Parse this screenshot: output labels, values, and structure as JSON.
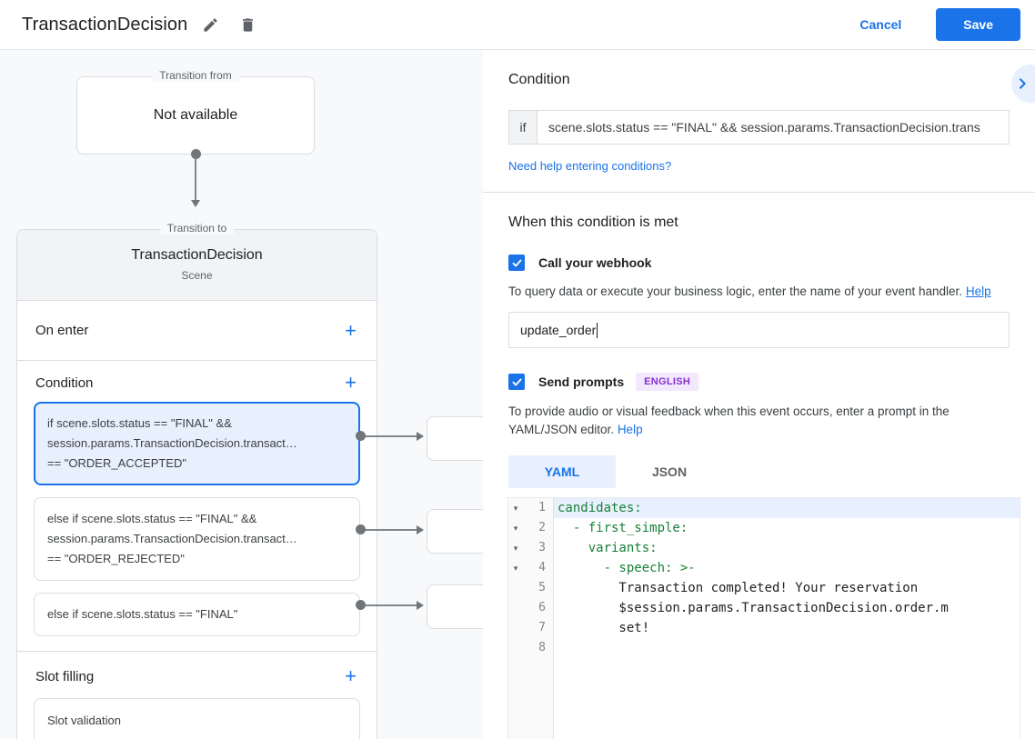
{
  "icons": {
    "plus": "+",
    "fold": "▾"
  },
  "topbar": {
    "title": "TransactionDecision",
    "cancel_label": "Cancel",
    "save_label": "Save"
  },
  "canvas": {
    "transition_from": {
      "label": "Transition from",
      "value": "Not available"
    },
    "transition_to": {
      "label": "Transition to",
      "name": "TransactionDecision",
      "subtitle": "Scene"
    },
    "on_enter_label": "On enter",
    "condition_label": "Condition",
    "slot_filling_label": "Slot filling",
    "slot_validation_label": "Slot validation",
    "conditions": [
      {
        "line1": "if scene.slots.status == \"FINAL\" &&",
        "line2": "session.params.TransactionDecision.transact…",
        "line3": "== \"ORDER_ACCEPTED\""
      },
      {
        "line1": "else if scene.slots.status == \"FINAL\" &&",
        "line2": "session.params.TransactionDecision.transact…",
        "line3": "== \"ORDER_REJECTED\""
      },
      {
        "line1": "else if scene.slots.status == \"FINAL\""
      }
    ]
  },
  "panel": {
    "condition_title": "Condition",
    "if_label": "if",
    "expression": "scene.slots.status == \"FINAL\" && session.params.TransactionDecision.trans",
    "conditions_help_link": "Need help entering conditions?",
    "when_met_title": "When this condition is met",
    "webhook": {
      "label": "Call your webhook",
      "description": "To query data or execute your business logic, enter the name of your event handler.",
      "help_label": "Help",
      "value": "update_order"
    },
    "prompts": {
      "label": "Send prompts",
      "badge": "ENGLISH",
      "description": "To provide audio or visual feedback when this event occurs, enter a prompt in the YAML/JSON editor.",
      "help_label": "Help"
    },
    "tabs": {
      "yaml": "YAML",
      "json": "JSON"
    },
    "editor": {
      "lines": [
        {
          "num": "1",
          "text": "candidates:"
        },
        {
          "num": "2",
          "text": "  - first_simple:"
        },
        {
          "num": "3",
          "text": "    variants:"
        },
        {
          "num": "4",
          "text": "      - speech: >-"
        },
        {
          "num": "5",
          "text": "        Transaction completed! Your reservation"
        },
        {
          "num": "6",
          "text": "        $session.params.TransactionDecision.order.m"
        },
        {
          "num": "7",
          "text": "        set!"
        },
        {
          "num": "8",
          "text": ""
        }
      ]
    }
  },
  "colors": {
    "accent_blue": "#1a73e8",
    "selected_bg": "#e8f0fe",
    "code_key_green": "#188038",
    "badge_purple": "#8430ce",
    "badge_bg": "#f3e8fd",
    "canvas_bg": "#f8f9fa"
  }
}
